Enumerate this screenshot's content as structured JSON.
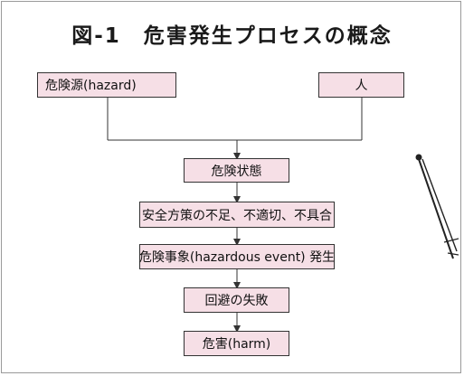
{
  "title": "図-1　危害発生プロセスの概念",
  "nodes": {
    "hazard_source": "危険源(hazard)",
    "person": "人",
    "hazardous_state": "危険状態",
    "safety_insufficient": "安全方策の不足、不適切、不具合",
    "hazardous_event": "危険事象(hazardous event) 発生",
    "avoidance_failure": "回避の失敗",
    "harm": "危害(harm)"
  },
  "colors": {
    "box_fill": "#f6dfe6",
    "box_border": "#333333",
    "line": "#333333"
  }
}
